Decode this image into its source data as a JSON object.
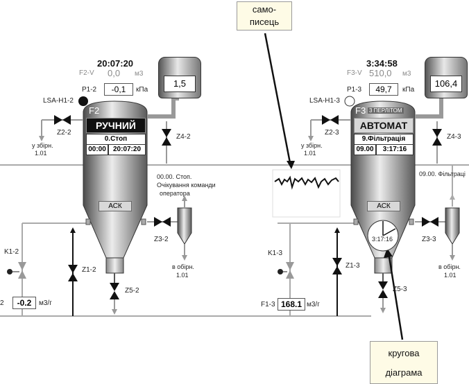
{
  "callouts": {
    "recorder_line1": "само-",
    "recorder_line2": "писець",
    "round_chart_line1": "кругова",
    "round_chart_line2": "діаграма"
  },
  "filter_left": {
    "clock": "20:07:20",
    "f2v_label": "F2-V",
    "f2v_value": "0,0",
    "f2v_unit": "м3",
    "pressure_label": "P1-2",
    "pressure_value": "-0,1",
    "pressure_unit": "кПа",
    "level_indicator_value": "1,5",
    "lsa_label": "LSA-H1-2",
    "tag": "F2",
    "mode": "РУЧНИЙ",
    "step": "0.Стоп",
    "step_time_label": "00:00",
    "step_time_value": "20:07:20",
    "valve_top_left": "Z2-2",
    "to_collector_left": "у збірн.",
    "to_collector_left_num": "1.01",
    "valve_top_right": "Z4-2",
    "status_line1": "00.00. Стоп.",
    "status_line2": "Очікування команди",
    "status_line3": "оператора",
    "ack": "АСК",
    "valve_side": "Z3-2",
    "to_collector_bottom": "в обірн.",
    "to_collector_bottom_num": "1.01",
    "valve_k": "K1-2",
    "valve_z1": "Z1-2",
    "valve_z5": "Z5-2",
    "flow_prefix": "2",
    "flow_value": "-0.2",
    "flow_unit": "м3/г"
  },
  "filter_right": {
    "clock": "3:34:58",
    "f2v_label": "F3-V",
    "f2v_value": "510,0",
    "f2v_unit": "м3",
    "pressure_label": "P1-3",
    "pressure_value": "49,7",
    "pressure_unit": "кПа",
    "level_indicator_value": "106,4",
    "lsa_label": "LSA-H1-3",
    "tag": "F3",
    "tag_note": "3 ПЕРЛІТОМ",
    "mode": "АВТОМАТ",
    "step": "9.Фільтрація",
    "step_time_label": "09.00",
    "step_time_value": "3:17:16",
    "valve_top_left": "Z2-3",
    "to_collector_left": "у збірн.",
    "to_collector_left_num": "1.01",
    "valve_top_right": "Z4-3",
    "status_line1": "09.00. Фільтраці",
    "ack": "АСК",
    "round_chart_time": "3:17:16",
    "valve_side": "Z3-3",
    "to_collector_bottom": "в обірн.",
    "to_collector_bottom_num": "1.01",
    "valve_k": "K1-3",
    "valve_z1": "Z1-3",
    "valve_z5": "Z5-3",
    "flow_label": "F1-3",
    "flow_value": "168.1",
    "flow_unit": "м3/г"
  }
}
